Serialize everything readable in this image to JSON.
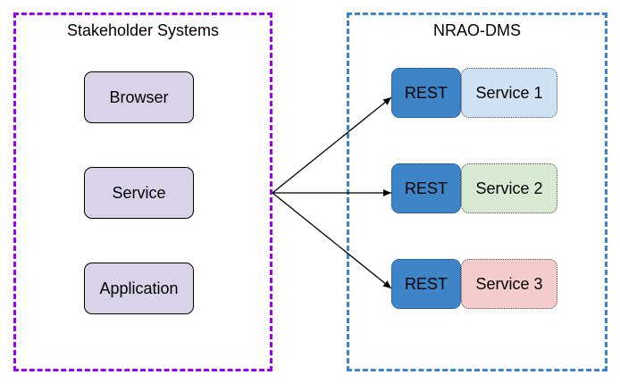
{
  "groups": {
    "stakeholders": {
      "title": "Stakeholder Systems",
      "border_color": "#9900ff"
    },
    "nrao_dms": {
      "title": "NRAO-DMS",
      "border_color": "#3d85c6"
    }
  },
  "clients": [
    {
      "label": "Browser",
      "fill": "#d9d2e9"
    },
    {
      "label": "Service",
      "fill": "#d9d2e9"
    },
    {
      "label": "Application",
      "fill": "#d9d2e9"
    }
  ],
  "endpoints": [
    {
      "rest_label": "REST",
      "service_label": "Service 1",
      "service_fill": "#cfe2f3"
    },
    {
      "rest_label": "REST",
      "service_label": "Service 2",
      "service_fill": "#d9ead3"
    },
    {
      "rest_label": "REST",
      "service_label": "Service 3",
      "service_fill": "#f4cccc"
    }
  ],
  "colors": {
    "rest_fill": "#3d85c6",
    "arrow": "#000000"
  }
}
